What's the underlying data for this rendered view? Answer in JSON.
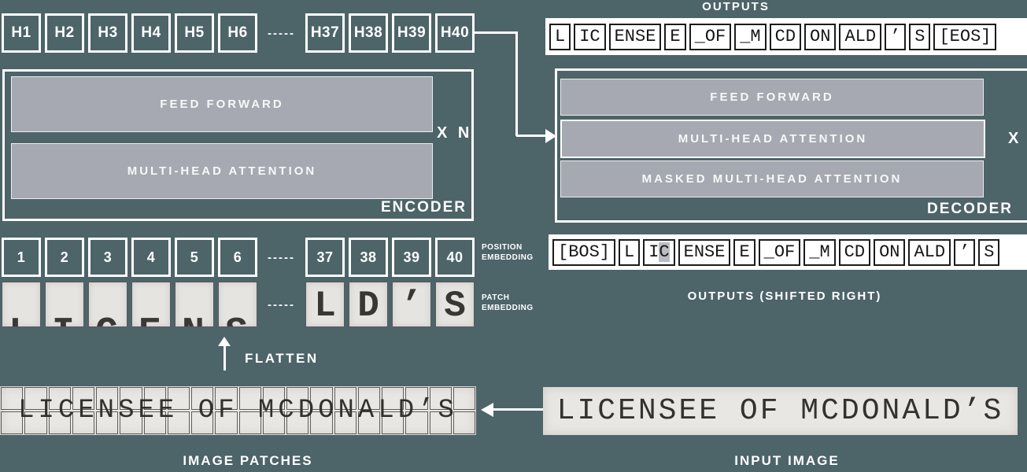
{
  "colors": {
    "background": "#4d6469",
    "layer_gray": "#a6a9b1",
    "paper": "#e9e7e3",
    "line_white": "#ffffff",
    "token_ink": "#171717",
    "highlight_gray": "#b9bcc2"
  },
  "ellipsis": "-----",
  "encoder": {
    "hidden_states_head": [
      "H1",
      "H2",
      "H3",
      "H4",
      "H5",
      "H6"
    ],
    "hidden_states_tail": [
      "H37",
      "H38",
      "H39",
      "H40"
    ],
    "layers": [
      "FEED FORWARD",
      "MULTI-HEAD ATTENTION"
    ],
    "repeat": "X N",
    "label": "ENCODER"
  },
  "decoder": {
    "layers": [
      "FEED FORWARD",
      "MULTI-HEAD ATTENTION",
      "MASKED MULTI-HEAD ATTENTION"
    ],
    "repeat": "X N",
    "label": "DECODER"
  },
  "outputs": {
    "label": "OUTPUTS",
    "tokens": [
      "L",
      "IC",
      "ENSE",
      "E",
      "_OF",
      "_M",
      "CD",
      "ON",
      "ALD",
      "’",
      "S",
      "[EOS]"
    ]
  },
  "shifted_outputs": {
    "label": "OUTPUTS (SHIFTED RIGHT)",
    "tokens": [
      "[BOS]",
      "L",
      "IC",
      "ENSE",
      "E",
      "_OF",
      "_M",
      "CD",
      "ON",
      "ALD",
      "’",
      "S"
    ],
    "highlighted_token": "IC"
  },
  "position_embedding": {
    "label": "POSITION\nEMBEDDING",
    "head": [
      "1",
      "2",
      "3",
      "4",
      "5",
      "6"
    ],
    "tail": [
      "37",
      "38",
      "39",
      "40"
    ]
  },
  "patch_embedding": {
    "label": "PATCH\nEMBEDDING",
    "head_fragments": [
      "L",
      "I",
      "C",
      "E",
      "N",
      "S"
    ],
    "tail_fragments": [
      "L",
      "D",
      "’",
      "S"
    ]
  },
  "flatten": {
    "label": "FLATTEN"
  },
  "image_patches": {
    "label": "IMAGE PATCHES",
    "text": "LICENSEE OF MCDONALD’S",
    "grid": {
      "rows": 2,
      "cols": 20
    }
  },
  "input_image": {
    "label": "INPUT IMAGE",
    "text": "LICENSEE OF MCDONALD’S"
  }
}
